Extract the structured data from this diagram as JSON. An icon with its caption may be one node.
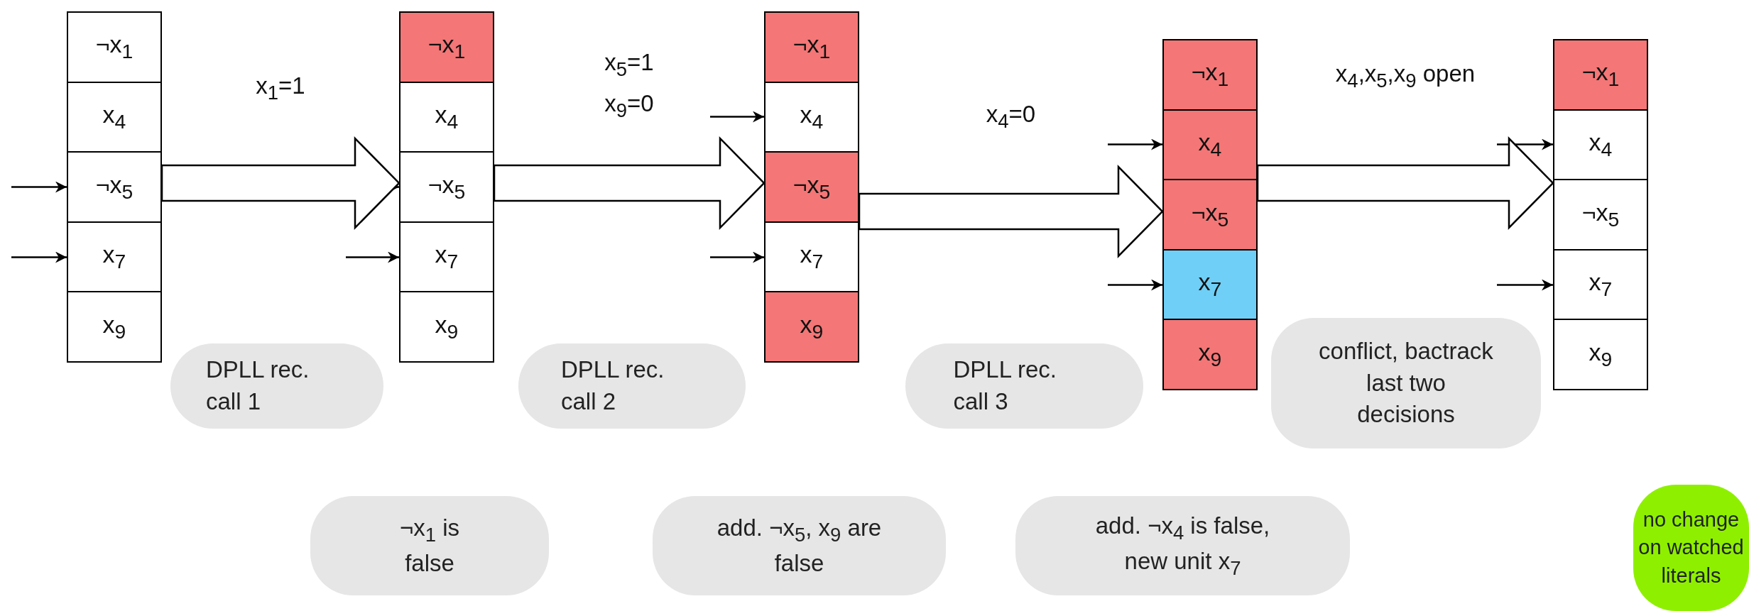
{
  "diagram": {
    "nodes": [
      {
        "text": [],
        "shape": "box"
      },
      {
        "text": [
          "¬x$_{1}$"
        ],
        "in": 0
      },
      {
        "text": [
          "x$_{4}$"
        ],
        "in": 0
      },
      {
        "text": [
          "¬x$_{5}$"
        ],
        "in": 0
      },
      {
        "text": [
          "x$_{7}$"
        ],
        "in": 0
      },
      {
        "text": [
          "x$_{9}$"
        ],
        "in": 0
      },
      {
        "text": [],
        "shape": "box"
      },
      {
        "text": [
          "¬x$_{1}$"
        ],
        "in": 6
      },
      {
        "text": [
          "x$_{4}$"
        ],
        "in": 6
      },
      {
        "text": [
          "¬x$_{5}$"
        ],
        "in": 6
      },
      {
        "text": [
          "x$_{7}$"
        ],
        "in": 6
      },
      {
        "text": [
          "x$_{9}$"
        ],
        "in": 6
      },
      {
        "text": [],
        "shape": "box"
      },
      {
        "text": [
          "¬x$_{1}$"
        ],
        "in": 12
      },
      {
        "text": [
          "x$_{4}$"
        ],
        "in": 12
      },
      {
        "text": [
          "¬x$_{5}$"
        ],
        "in": 12
      },
      {
        "text": [
          "x$_{7}$"
        ],
        "in": 12
      },
      {
        "text": [
          "x$_{9}$"
        ],
        "in": 12
      },
      {
        "text": [],
        "shape": "box"
      },
      {
        "text": [
          "¬x$_{1}$"
        ],
        "in": 18
      },
      {
        "text": [
          "x$_{4}$"
        ],
        "in": 18
      },
      {
        "text": [
          "¬x$_{5}$"
        ],
        "in": 18
      },
      {
        "text": [
          "x$_{7}$"
        ],
        "in": 18
      },
      {
        "text": [
          "x$_{9}$"
        ],
        "in": 18
      },
      {
        "text": [],
        "shape": "box"
      },
      {
        "text": [
          "¬x$_{1}$"
        ],
        "in": 24
      },
      {
        "text": [
          "x$_{4}$"
        ],
        "in": 24
      },
      {
        "text": [
          "¬x$_{5}$"
        ],
        "in": 24
      },
      {
        "text": [
          "x$_{7}$"
        ],
        "in": 24
      },
      {
        "text": [
          "x$_{9}$"
        ],
        "in": 24
      },
      {
        "text": [
          "DPLL rec. call 1"
        ]
      },
      {
        "text": [
          "DPLL rec. call 2"
        ]
      },
      {
        "text": [
          "DPLL rec. call 3"
        ]
      },
      {
        "text": [
          "conflict, bactrack last two decisions"
        ]
      },
      {
        "text": [
          "¬x$_{1}$ is false"
        ]
      },
      {
        "text": [
          "add. ¬x$_{5}$, x$_{9}$ are false"
        ]
      },
      {
        "text": [
          "add. ¬x$_{4}$ is false, new unit x$_{7}$"
        ]
      },
      {
        "text": [
          "no change on watched literals"
        ]
      }
    ],
    "edges": [
      {
        "from": null,
        "to": 3,
        "arrow": "to"
      },
      {
        "from": null,
        "to": 4,
        "arrow": "to"
      },
      {
        "from": null,
        "to": 9,
        "arrow": "to"
      },
      {
        "from": null,
        "to": 10,
        "arrow": "to"
      },
      {
        "from": null,
        "to": 14,
        "arrow": "to"
      },
      {
        "from": null,
        "to": 16,
        "arrow": "to"
      },
      {
        "from": null,
        "to": 20,
        "arrow": "to"
      },
      {
        "from": null,
        "to": 22,
        "arrow": "to"
      },
      {
        "from": null,
        "to": 26,
        "arrow": "to"
      },
      {
        "from": null,
        "to": 28,
        "arrow": "to"
      },
      {
        "from": 0,
        "to": 6,
        "arrow": "to",
        "style": "thick",
        "label": "x$_{1}$=1"
      },
      {
        "from": 6,
        "to": 12,
        "arrow": "to",
        "style": "thick",
        "label": "x$_{5}$=1 x$_{9}$=0"
      },
      {
        "from": 12,
        "to": 18,
        "arrow": "to",
        "style": "thick",
        "label": "x$_{4}$=0"
      },
      {
        "from": 18,
        "to": 24,
        "arrow": "to",
        "style": "thick",
        "label": "x$_{4}$,x$_{5}$,x$_{9}$ open"
      }
    ]
  }
}
